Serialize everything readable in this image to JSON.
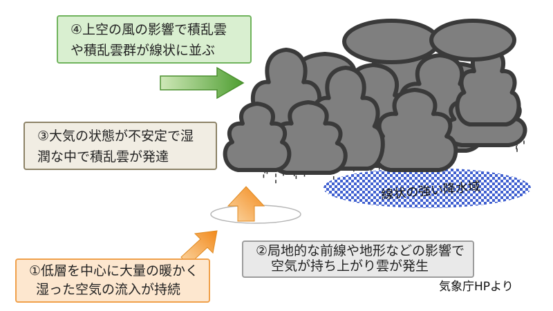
{
  "steps": {
    "step1": {
      "line1": "①低層を中心に大量の暖かく",
      "line2": "湿った空気の流入が持続"
    },
    "step2": {
      "line1": "②局地的な前線や地形などの影響で",
      "line2": "空気が持ち上がり雲が発生"
    },
    "step3": {
      "line1": "③大気の状態が不安定で湿",
      "line2": "潤な中で積乱雲が発達"
    },
    "step4": {
      "line1": "④上空の風の影響で積乱雲",
      "line2": "や積乱雲群が線状に並ぶ"
    }
  },
  "rain_area_label": "線状の強い降水域",
  "credit": "気象庁HPより",
  "colors": {
    "cloud_fill": "#7f7f7f",
    "cloud_outline": "#3a3a3a",
    "rain_area": "#3f5fd0",
    "green_arrow": "#5aab3c",
    "orange_arrow": "#f39b2c"
  }
}
